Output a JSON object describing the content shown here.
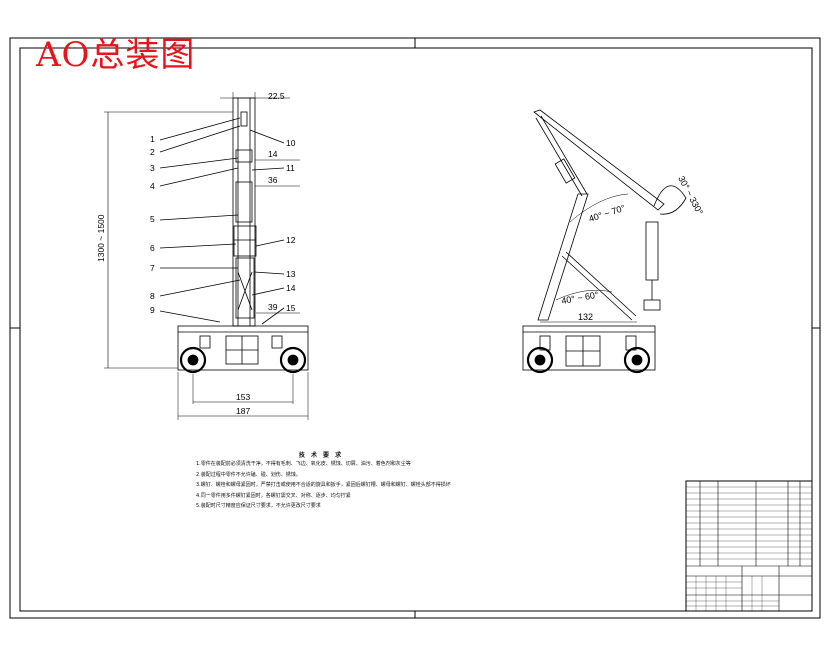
{
  "drawing": {
    "title": "AO总装图",
    "accent_color": "#e8131b",
    "line_color": "#000000",
    "left_view": {
      "dims": {
        "top_width": "22.5",
        "d14": "14",
        "d36": "36",
        "d39": "39",
        "d153": "153",
        "d187": "187",
        "height": "1300 ~ 1500"
      },
      "part_labels": [
        "1",
        "2",
        "3",
        "4",
        "5",
        "6",
        "7",
        "8",
        "9",
        "10",
        "11",
        "12",
        "13",
        "14",
        "15"
      ]
    },
    "right_view": {
      "angle_top": "40° ~ 70°",
      "angle_bottom": "40° ~ 60°",
      "angle_hook": "30° ~ 330°",
      "d132": "132"
    },
    "notes": {
      "title": "技 术 要 求",
      "lines": [
        "1.零件在装配前必须清洗干净，不得有毛刺、飞边、氧化皮、锈蚀、切屑、油污、着色剂和灰尘等",
        "2.装配过程中零件不允许磕、碰、划伤、锈蚀。",
        "3.螺钉、螺栓和螺母紧固时，严禁打击或使用不合适的旋具和扳手，紧固后螺钉槽、螺母和螺钉、螺栓头部不得损坏",
        "4.同一零件用多件螺钉紧固时，各螺钉需交叉、对称、逐步、均匀拧紧",
        "5.装配时尺寸精度应保证尺寸要求，不允许更改尺寸要求"
      ]
    }
  }
}
